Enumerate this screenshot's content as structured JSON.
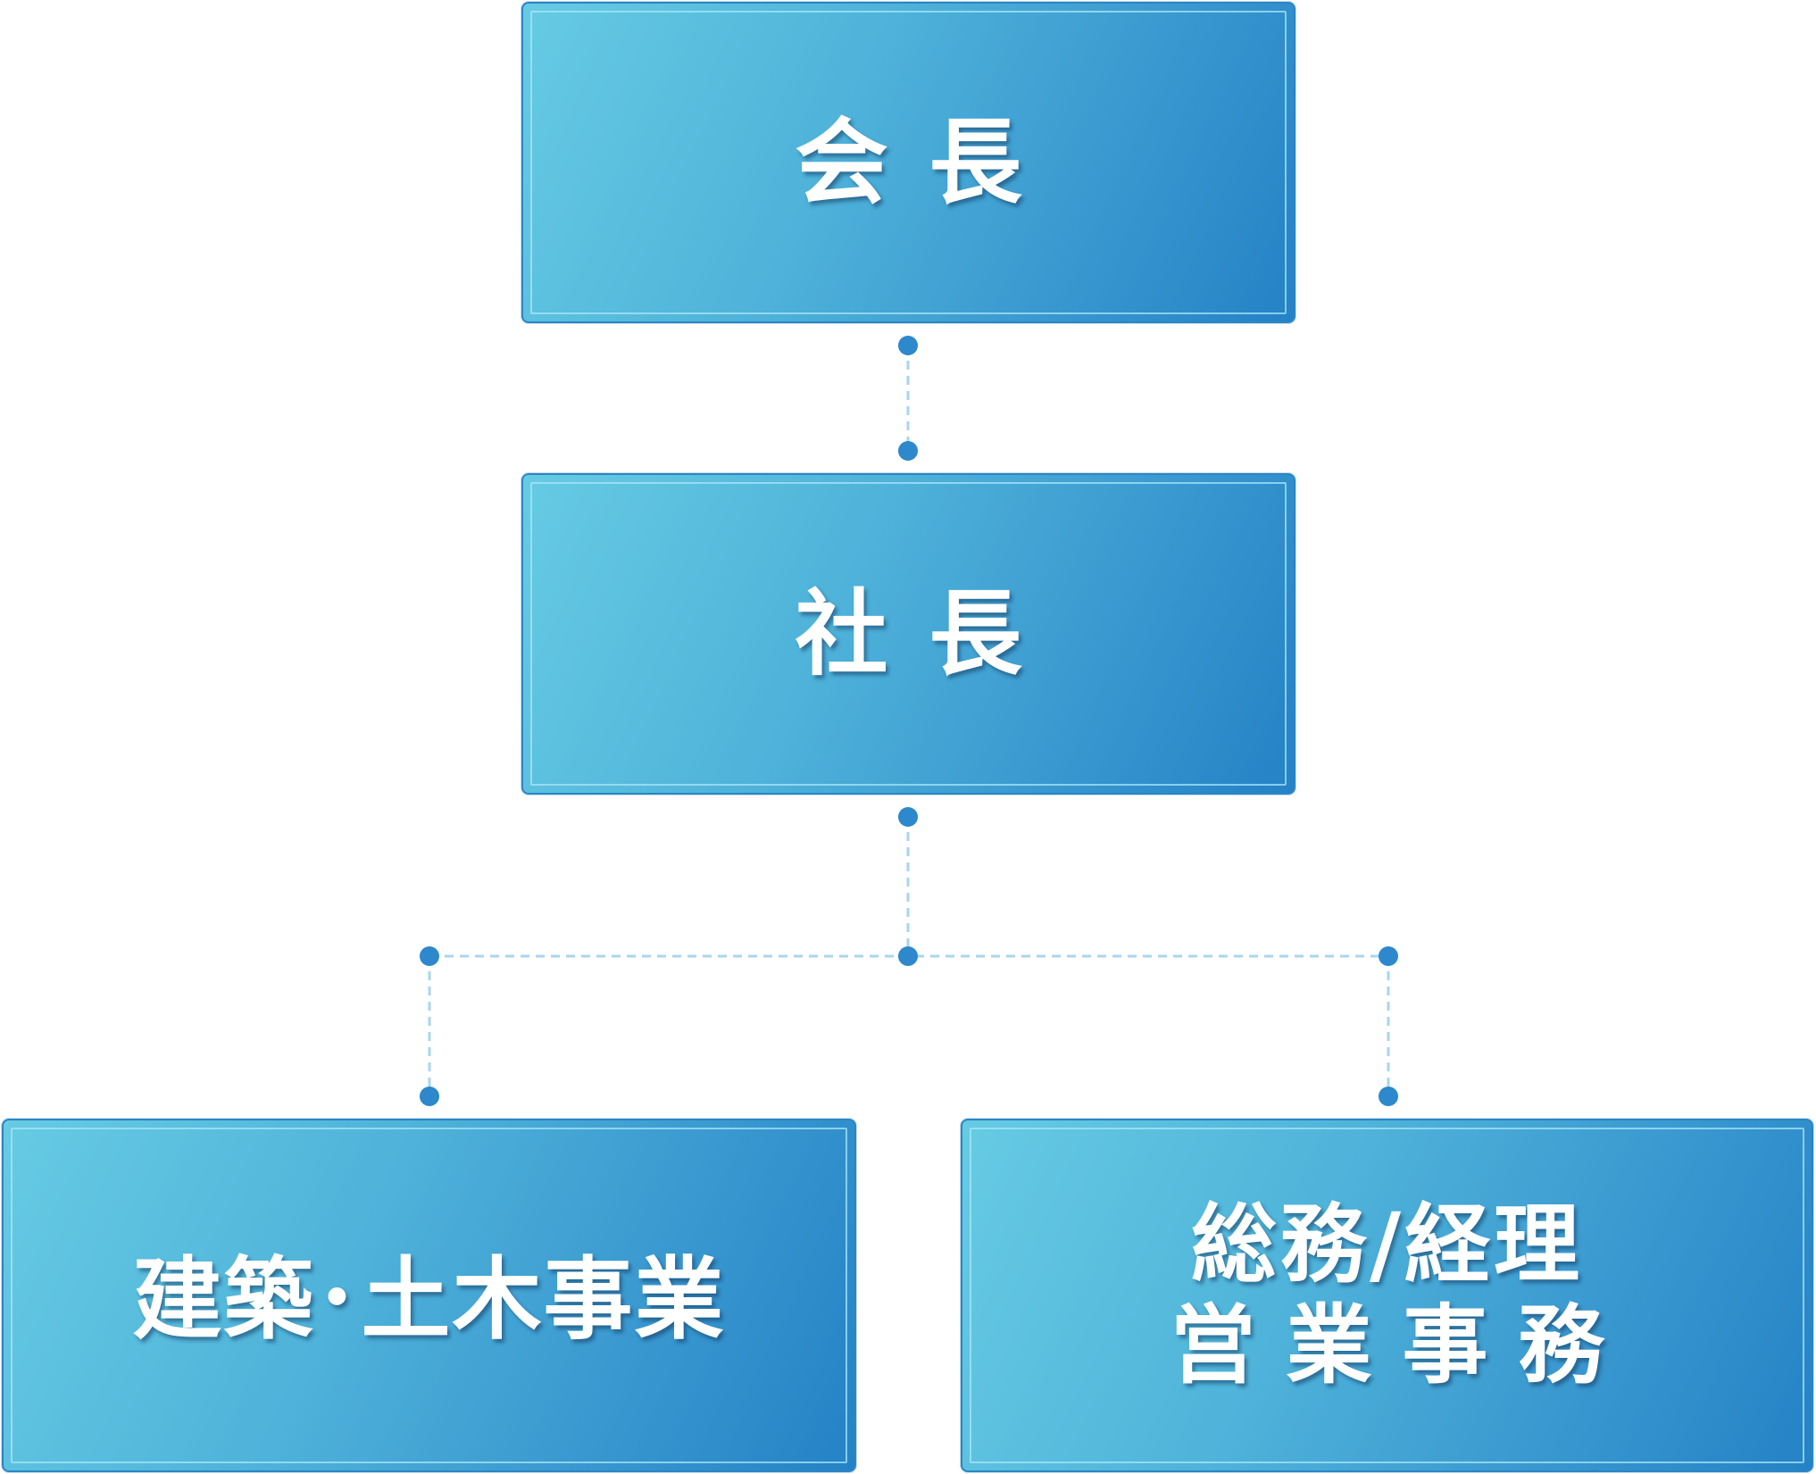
{
  "org_chart": {
    "nodes": {
      "chairman": {
        "label": "会長"
      },
      "president": {
        "label": "社長"
      },
      "construction": {
        "label": "建築･土木事業"
      },
      "admin": {
        "lines": [
          "総務/経理",
          "営業事務"
        ]
      }
    },
    "colors": {
      "box_gradient_start": "#66cbe3",
      "box_gradient_end": "#2482c6",
      "box_border": "#2a86c6",
      "connector_line": "#a9d6ee",
      "connector_dot": "#2d88cc",
      "text": "#ffffff"
    }
  }
}
